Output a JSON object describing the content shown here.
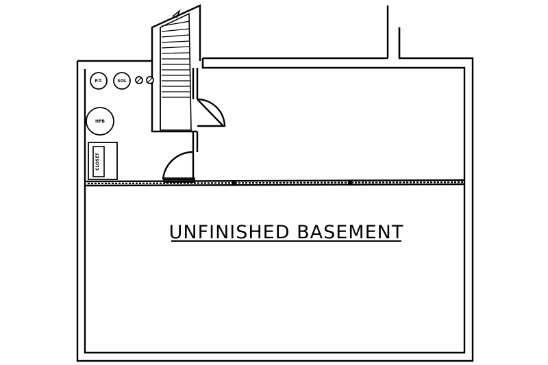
{
  "room_label": "UNFINISHED BASEMENT",
  "fixture_labels": {
    "pressure_tank": "P.T.",
    "softener": "SOL",
    "furnace": "HPB",
    "closet": "CLOSET"
  }
}
